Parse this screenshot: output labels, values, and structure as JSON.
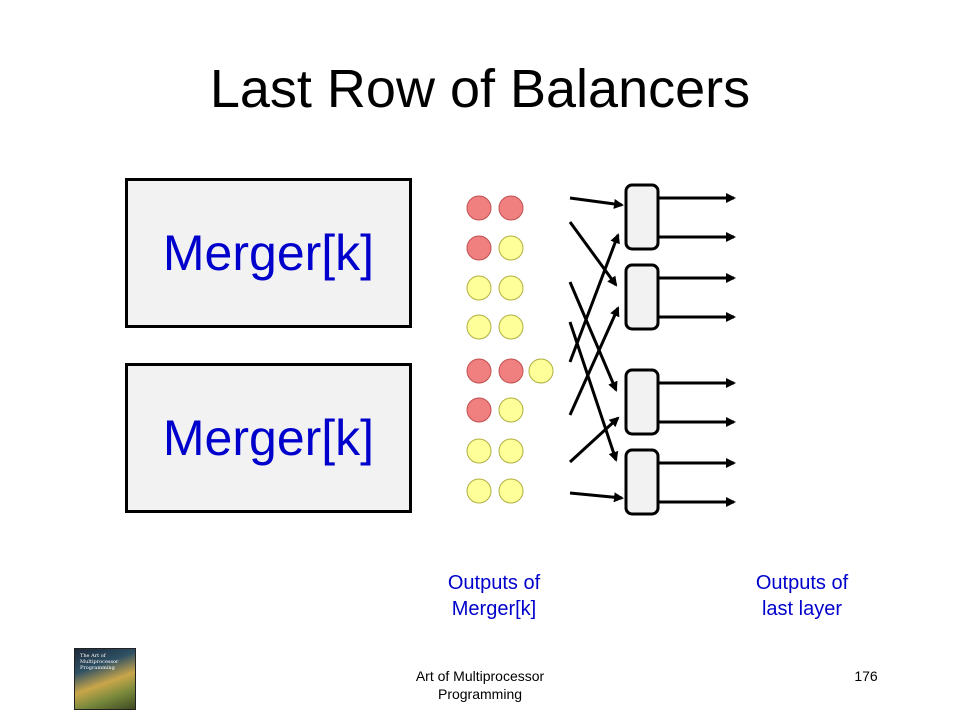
{
  "slide": {
    "title": "Last Row of Balancers",
    "merger_top_label": "Merger[k]",
    "merger_bottom_label": "Merger[k]",
    "caption_left_line1": "Outputs of",
    "caption_left_line2": "Merger[k]",
    "caption_right_line1": "Outputs of",
    "caption_right_line2": "last layer",
    "footer_line1": "Art of Multiprocessor",
    "footer_line2": "Programming",
    "page_number": "176",
    "book_cover_text": "The Art of Multiprocessor Programming"
  },
  "token_rows": [
    [
      "red",
      "red"
    ],
    [
      "red",
      "yellow"
    ],
    [
      "yellow",
      "yellow"
    ],
    [
      "yellow",
      "yellow"
    ],
    [
      "red",
      "red",
      "yellow"
    ],
    [
      "red",
      "yellow"
    ],
    [
      "yellow",
      "yellow"
    ],
    [
      "yellow",
      "yellow"
    ]
  ],
  "colors": {
    "red_token": "#f08080",
    "yellow_token": "#ffff99",
    "accent_text": "#0000cc",
    "merger_fill": "#f2f2f2"
  }
}
